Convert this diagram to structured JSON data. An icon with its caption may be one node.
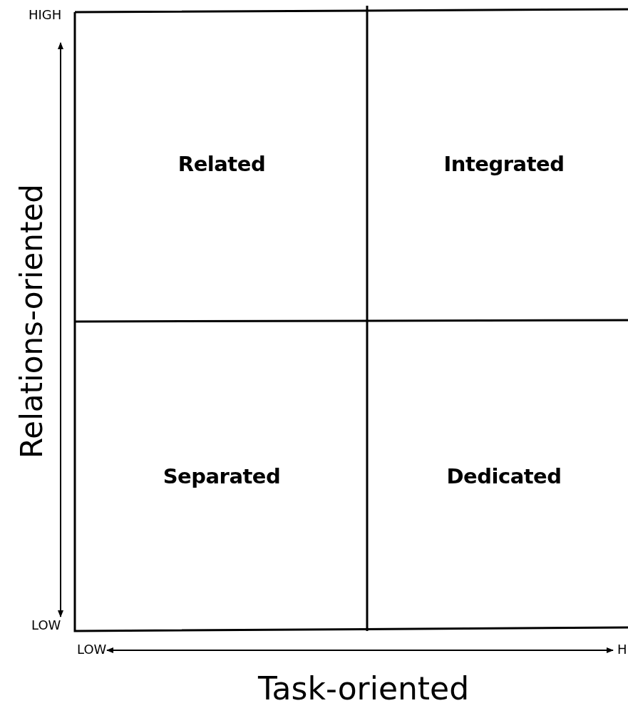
{
  "diagram": {
    "nodes": [
      {
        "text": [
          "Related"
        ]
      },
      {
        "text": [
          "Integrated"
        ]
      },
      {
        "text": [
          "Separated"
        ]
      },
      {
        "text": [
          "Dedicated"
        ]
      }
    ],
    "edges": [],
    "labels": [
      "HIGH",
      "Relations-oriented",
      "LOW",
      "LOW",
      "H",
      "Task-oriented"
    ]
  }
}
